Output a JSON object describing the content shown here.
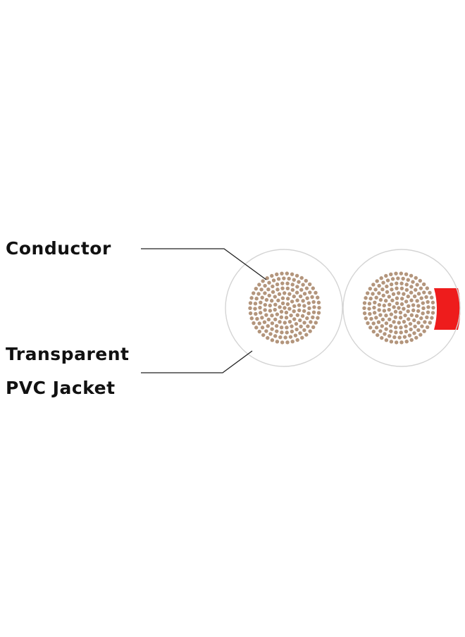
{
  "labels": {
    "conductor": "Conductor",
    "jacket_line1": "Transparent",
    "jacket_line2": "PVC Jacket"
  },
  "colors": {
    "jacket_outline": "#d4d4d4",
    "strand_fill": "#b3957c",
    "stripe_fill": "#ee1c1c",
    "leader_line": "#222222"
  }
}
